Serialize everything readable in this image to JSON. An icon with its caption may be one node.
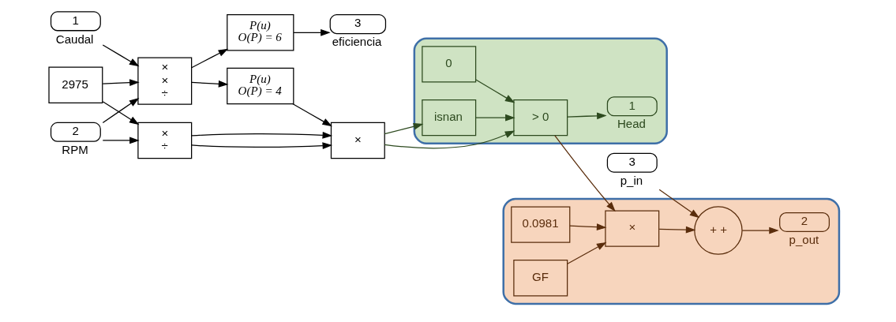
{
  "diagram": {
    "nodes": [
      {
        "text": [
          "1"
        ],
        "beside": [
          "Caudal"
        ]
      },
      {
        "text": [
          "2"
        ],
        "beside": [
          "RPM"
        ]
      },
      {
        "text": [
          "2975"
        ]
      },
      {
        "text": [
          "3"
        ],
        "beside": [
          "p_in"
        ]
      },
      {
        "text": [
          "×",
          "×",
          "÷"
        ]
      },
      {
        "text": [
          "P(u)",
          "O(P) = 6"
        ]
      },
      {
        "text": [
          "P(u)",
          "O(P) = 4"
        ]
      },
      {
        "text": [
          "×",
          "÷"
        ]
      },
      {
        "text": [
          "3"
        ],
        "beside": [
          "eficiencia"
        ]
      },
      {
        "text": [
          "×"
        ]
      },
      {
        "text": [],
        "shape": "box"
      },
      {
        "text": [
          "0"
        ],
        "in": 10
      },
      {
        "text": [
          "isnan"
        ],
        "in": 10
      },
      {
        "text": [
          "> 0"
        ],
        "in": 10
      },
      {
        "text": [
          "1"
        ],
        "beside": [
          "Head"
        ],
        "in": 10
      },
      {
        "text": [],
        "shape": "box"
      },
      {
        "text": [
          "0.0981"
        ],
        "in": 15
      },
      {
        "text": [
          "GF"
        ],
        "in": 15
      },
      {
        "text": [
          "×"
        ],
        "in": 15
      },
      {
        "text": [
          "+ +"
        ],
        "in": 15
      },
      {
        "text": [
          "2"
        ],
        "beside": [
          "p_out"
        ],
        "in": 15
      }
    ],
    "edges": [
      {
        "from": 0,
        "to": 4,
        "arrow": "to"
      },
      {
        "from": 2,
        "to": 4,
        "arrow": "to"
      },
      {
        "from": 1,
        "to": 4,
        "arrow": "to"
      },
      {
        "from": 1,
        "to": 7,
        "arrow": "to"
      },
      {
        "from": 2,
        "to": 7,
        "arrow": "to"
      },
      {
        "from": 4,
        "to": 5,
        "arrow": "to"
      },
      {
        "from": 4,
        "to": 6,
        "arrow": "to"
      },
      {
        "from": 5,
        "to": 8,
        "arrow": "to"
      },
      {
        "from": 6,
        "to": 9,
        "arrow": "to"
      },
      {
        "from": 7,
        "to": 9,
        "arrow": "to"
      },
      {
        "from": 7,
        "to": 9,
        "arrow": "to"
      },
      {
        "from": 11,
        "to": 13,
        "arrow": "to",
        "color": "#2d4a1f"
      },
      {
        "from": 9,
        "to": 12,
        "arrow": "to",
        "color": "#2d4a1f"
      },
      {
        "from": 12,
        "to": 13,
        "arrow": "to",
        "color": "#2d4a1f"
      },
      {
        "from": 9,
        "to": 13,
        "arrow": "to",
        "color": "#2d4a1f"
      },
      {
        "from": 13,
        "to": 14,
        "arrow": "to",
        "color": "#2d4a1f"
      },
      {
        "from": 13,
        "to": 18,
        "arrow": "to",
        "color": "#5a2d0c"
      },
      {
        "from": 16,
        "to": 18,
        "arrow": "to",
        "color": "#5a2d0c"
      },
      {
        "from": 17,
        "to": 18,
        "arrow": "to",
        "color": "#5a2d0c"
      },
      {
        "from": 18,
        "to": 19,
        "arrow": "to",
        "color": "#5a2d0c"
      },
      {
        "from": 3,
        "to": 19,
        "arrow": "to",
        "color": "#5a2d0c"
      },
      {
        "from": 19,
        "to": 20,
        "arrow": "to",
        "color": "#5a2d0c"
      }
    ]
  }
}
